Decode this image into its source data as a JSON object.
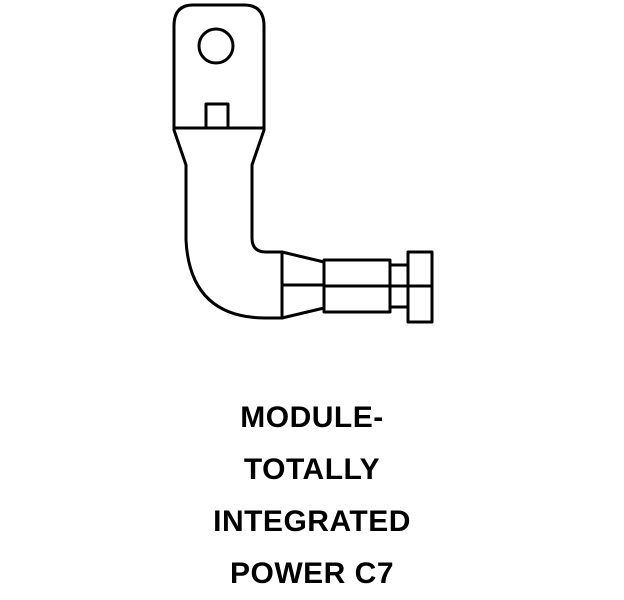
{
  "caption": {
    "line1": "MODULE-",
    "line2": "TOTALLY",
    "line3": "INTEGRATED",
    "line4": "POWER C7"
  },
  "colors": {
    "stroke": "#000000",
    "background": "#ffffff"
  }
}
